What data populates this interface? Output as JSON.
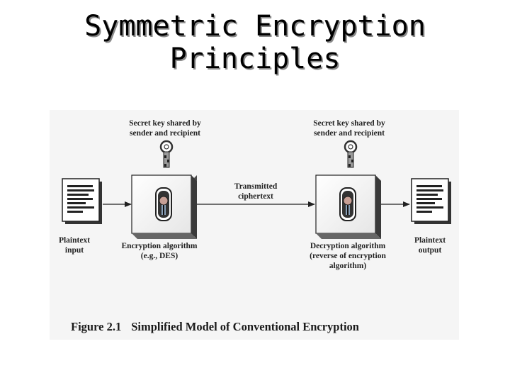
{
  "title": {
    "line1": "Symmetric Encryption",
    "line2": "Principles"
  },
  "diagram": {
    "key_label_left": [
      "Secret key shared by",
      "sender and recipient"
    ],
    "key_label_right": [
      "Secret key shared by",
      "sender and recipient"
    ],
    "transmitted_label": [
      "Transmitted",
      "ciphertext"
    ],
    "plaintext_input_label": [
      "Plaintext",
      "input"
    ],
    "plaintext_output_label": [
      "Plaintext",
      "output"
    ],
    "encryption_label": [
      "Encryption algorithm",
      "(e.g., DES)"
    ],
    "decryption_label": [
      "Decryption algorithm",
      "(reverse of encryption",
      "algorithm)"
    ]
  },
  "caption": {
    "number": "Figure 2.1",
    "text": "Simplified Model of Conventional Encryption"
  }
}
